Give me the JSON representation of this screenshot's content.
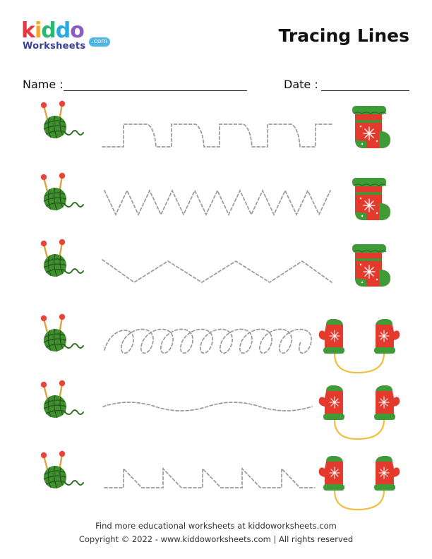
{
  "logo": {
    "letters": [
      {
        "char": "k",
        "color": "#e8373f"
      },
      {
        "char": "i",
        "color": "#f5a623"
      },
      {
        "char": "d",
        "color": "#2bb673"
      },
      {
        "char": "d",
        "color": "#27a9e1"
      },
      {
        "char": "o",
        "color": "#8b5cc4"
      }
    ],
    "subtitle": "Worksheets",
    "domain_tag": ".com"
  },
  "title": "Tracing Lines",
  "fields": {
    "name_label": "Name :",
    "date_label": "Date :"
  },
  "rows": [
    {
      "left_icon": "yarn-ball-icon",
      "line_pattern": "square-wave",
      "right_icon": "christmas-stocking-icon"
    },
    {
      "left_icon": "yarn-ball-icon",
      "line_pattern": "zigzag",
      "right_icon": "christmas-stocking-icon"
    },
    {
      "left_icon": "yarn-ball-icon",
      "line_pattern": "wide-zigzag",
      "right_icon": "christmas-stocking-icon"
    },
    {
      "left_icon": "yarn-ball-icon",
      "line_pattern": "loops",
      "right_icon": "mittens-icon"
    },
    {
      "left_icon": "yarn-ball-icon",
      "line_pattern": "wave",
      "right_icon": "mittens-icon"
    },
    {
      "left_icon": "yarn-ball-icon",
      "line_pattern": "ramp-wave",
      "right_icon": "mittens-icon"
    }
  ],
  "footer": {
    "line1": "Find more educational worksheets at kiddoworksheets.com",
    "line2": "Copyright © 2022 - www.kiddoworksheets.com  |  All rights reserved"
  }
}
